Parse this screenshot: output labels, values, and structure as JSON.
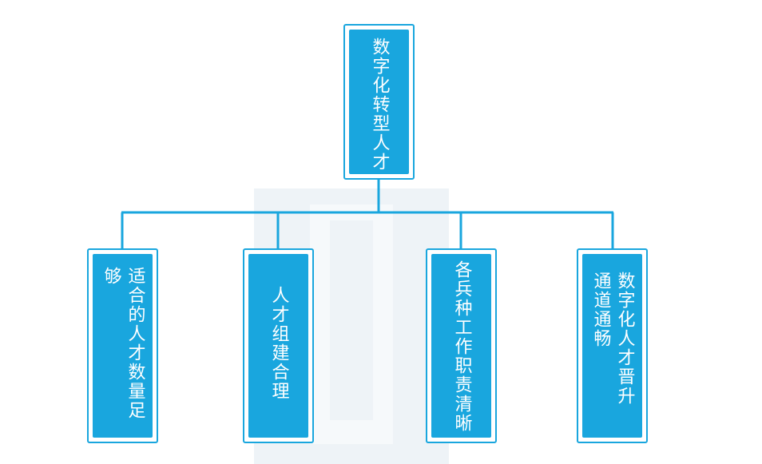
{
  "diagram": {
    "root": {
      "label": "数字化转型人才"
    },
    "children": [
      {
        "label": "适合的人才数量足够"
      },
      {
        "label": "人才组建合理"
      },
      {
        "label": "各兵种工作职责清晰"
      },
      {
        "label": "数字化人才晋升\n通道通畅"
      }
    ]
  },
  "colors": {
    "node_fill": "#19a6de",
    "node_border": "#19a6de",
    "connector": "#19a6de",
    "text": "#ffffff",
    "watermark": "#eef3f7"
  }
}
